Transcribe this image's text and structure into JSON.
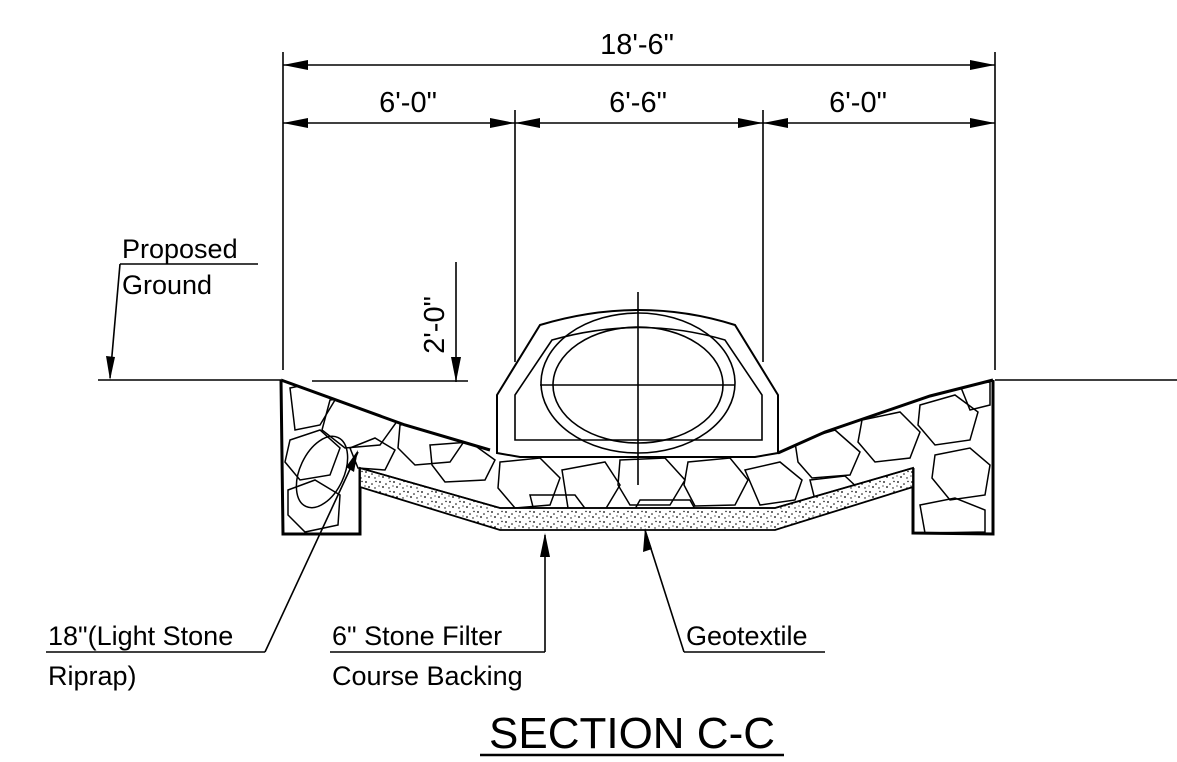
{
  "dimensions": {
    "overall": "18'-6\"",
    "left": "6'-0\"",
    "center": "6'-6\"",
    "right": "6'-0\"",
    "depth": "2'-0\""
  },
  "labels": {
    "proposed_ground_line1": "Proposed",
    "proposed_ground_line2": "Ground",
    "riprap_line1": "18\"(Light Stone",
    "riprap_line2": "Riprap)",
    "filter_line1": "6\" Stone Filter",
    "filter_line2": "Course Backing",
    "geotextile": "Geotextile"
  },
  "title": "SECTION C-C"
}
